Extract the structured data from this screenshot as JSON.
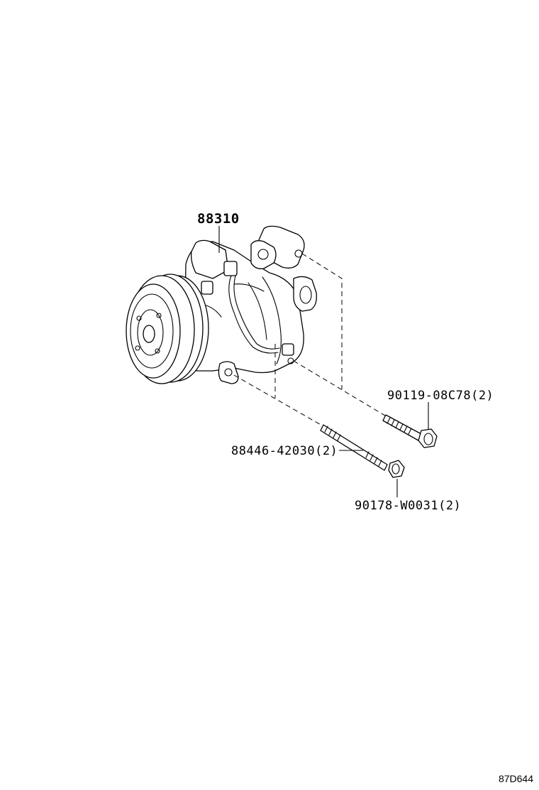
{
  "diagram": {
    "parts": [
      {
        "id": "compressor",
        "label": "88310"
      },
      {
        "id": "bolt",
        "label": "90119-08C78(2)"
      },
      {
        "id": "stud",
        "label": "88446-42030(2)"
      },
      {
        "id": "nut",
        "label": "90178-W0031(2)"
      }
    ],
    "reference_code": "87D644"
  }
}
